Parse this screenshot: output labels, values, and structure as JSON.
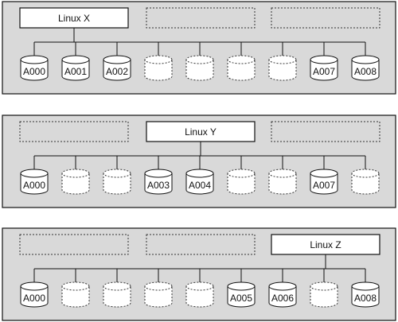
{
  "panels": [
    {
      "host_label": "Linux X",
      "host_slot": 0,
      "disks": [
        {
          "label": "A000",
          "attached": true
        },
        {
          "label": "A001",
          "attached": true
        },
        {
          "label": "A002",
          "attached": true
        },
        {
          "label": "",
          "attached": false
        },
        {
          "label": "",
          "attached": false
        },
        {
          "label": "",
          "attached": false
        },
        {
          "label": "",
          "attached": false
        },
        {
          "label": "A007",
          "attached": true
        },
        {
          "label": "A008",
          "attached": true
        }
      ]
    },
    {
      "host_label": "Linux Y",
      "host_slot": 1,
      "disks": [
        {
          "label": "A000",
          "attached": true
        },
        {
          "label": "",
          "attached": false
        },
        {
          "label": "",
          "attached": false
        },
        {
          "label": "A003",
          "attached": true
        },
        {
          "label": "A004",
          "attached": true
        },
        {
          "label": "",
          "attached": false
        },
        {
          "label": "",
          "attached": false
        },
        {
          "label": "A007",
          "attached": true
        },
        {
          "label": "",
          "attached": false
        }
      ]
    },
    {
      "host_label": "Linux Z",
      "host_slot": 2,
      "disks": [
        {
          "label": "A000",
          "attached": true
        },
        {
          "label": "",
          "attached": false
        },
        {
          "label": "",
          "attached": false
        },
        {
          "label": "",
          "attached": false
        },
        {
          "label": "",
          "attached": false
        },
        {
          "label": "A005",
          "attached": true
        },
        {
          "label": "A006",
          "attached": true
        },
        {
          "label": "",
          "attached": false
        },
        {
          "label": "A008",
          "attached": true
        }
      ]
    }
  ]
}
